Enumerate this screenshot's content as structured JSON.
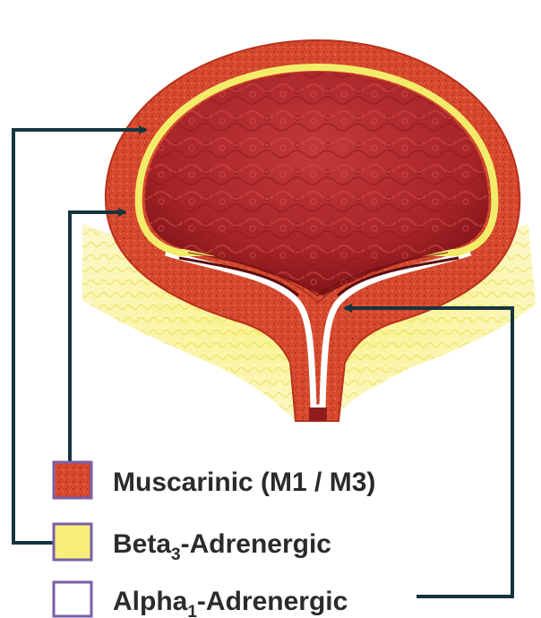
{
  "legend": {
    "muscarinic": {
      "label": "Muscarinic (M1 / M3)",
      "swatch_color": "#d9482e",
      "border_color": "#7a5ea8"
    },
    "beta": {
      "prefix": "Beta",
      "subscript": "3",
      "suffix": "-Adrenergic",
      "swatch_color": "#f7ef7a",
      "border_color": "#7a5ea8"
    },
    "alpha": {
      "prefix": "Alpha",
      "subscript": "1",
      "suffix": "-Adrenergic",
      "swatch_color": "#ffffff",
      "border_color": "#7a5ea8"
    }
  },
  "colors": {
    "bladder_wall": "#d64a2f",
    "bladder_wall_dark": "#b8321d",
    "lumen": "#b02a24",
    "lumen_dark": "#7d1316",
    "urothelium_line": "#f3ec6a",
    "fat_tissue": "#f6ee5a",
    "arrow": "#16343f",
    "neck_white": "#ffffff"
  }
}
